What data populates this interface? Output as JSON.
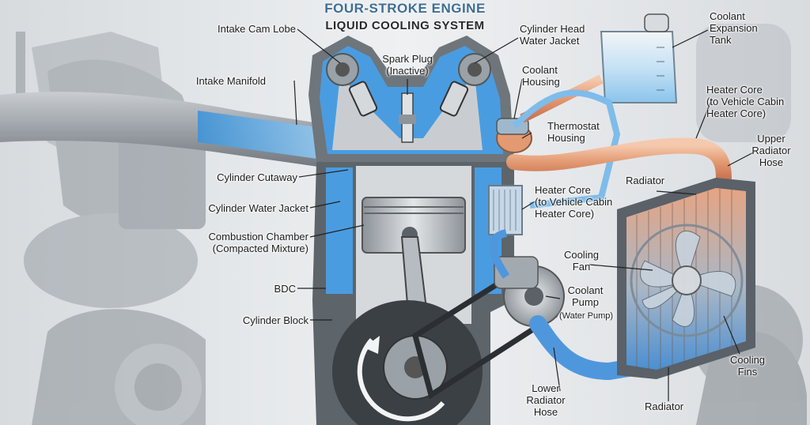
{
  "title": "FOUR-STROKE ENGINE",
  "subtitle": "LIQUID COOLING SYSTEM",
  "labels": {
    "intake_cam_lobe": "Intake Cam Lobe",
    "intake_manifold": "Intake Manifold",
    "cylinder_cutaway": "Cylinder Cutaway",
    "cylinder_water_jacket": "Cylinder Water Jacket",
    "combustion_chamber": [
      "Combustion Chamber",
      "(Compacted Mixture)"
    ],
    "bdc": "BDC",
    "cylinder_block": "Cylinder Block",
    "spark_plug": [
      "Spark Plug",
      "(Inactive)"
    ],
    "cylinder_head_water_jacket": [
      "Cylinder Head",
      "Water Jacket"
    ],
    "coolant_housing": [
      "Coolant",
      "Housing"
    ],
    "thermostat_housing": [
      "Thermostat",
      "Housing"
    ],
    "coolant_expansion_tank": [
      "Coolant",
      "Expansion",
      "Tank"
    ],
    "heater_core_top": [
      "Heater Core",
      "(to Vehicle Cabin",
      "Heater Core)"
    ],
    "upper_radiator_hose": [
      "Upper",
      "Radiator",
      "Hose"
    ],
    "radiator_top": "Radiator",
    "heater_core_mid": [
      "Heater Core",
      "(to Vehicle Cabin",
      "Heater Core)"
    ],
    "cooling_fan": [
      "Cooling",
      "Fan"
    ],
    "coolant_pump": [
      "Coolant",
      "Pump"
    ],
    "water_pump": "(Water Pump)",
    "lower_radiator_hose": [
      "Lower",
      "Radiator",
      "Hose"
    ],
    "radiator_bottom": "Radiator",
    "cooling_fins": [
      "Cooling",
      "Fins"
    ]
  },
  "colors": {
    "title": "#3f6e94",
    "coolant_cold": "#5aa9e6",
    "coolant_hot": "#e39a72",
    "metal": "#8d949b",
    "block": "#4b5157"
  }
}
